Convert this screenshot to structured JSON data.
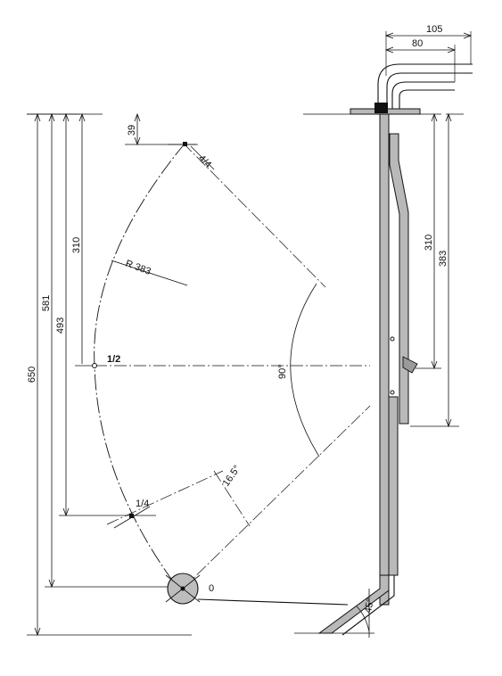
{
  "dimensions": {
    "overall_650": "650",
    "height_581": "581",
    "height_493": "493",
    "height_310_left": "310",
    "offset_39": "39",
    "radius": "R 383",
    "height_310_right": "310",
    "height_383_right": "383",
    "width_105": "105",
    "width_80": "80"
  },
  "angles": {
    "sweep": "90°",
    "offset": "16.5°",
    "foot": "45°"
  },
  "points": {
    "quarter_4_4": "4/4",
    "quarter_1_2": "1/2",
    "quarter_1_4": "1/4",
    "origin": "0"
  },
  "colors": {
    "tube_fill": "#b9b9b9",
    "line": "#111111"
  }
}
